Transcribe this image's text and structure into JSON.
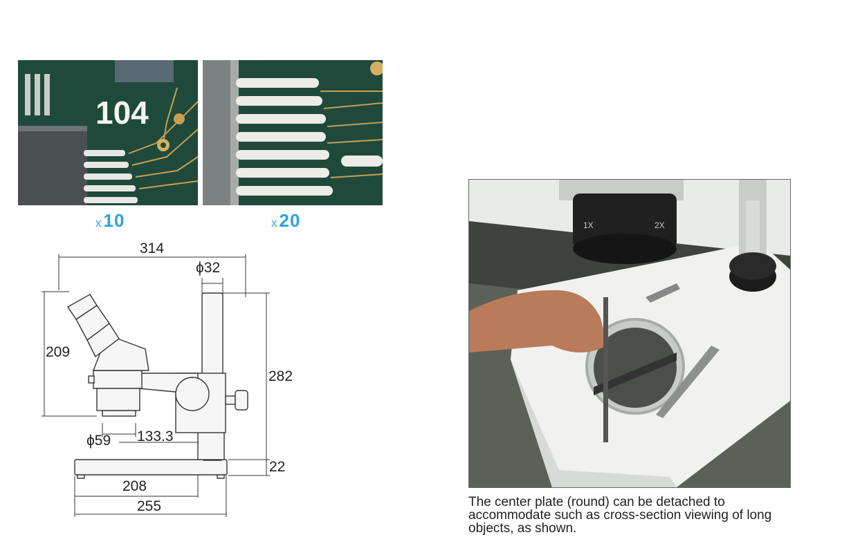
{
  "magnifications": [
    {
      "prefix": "x",
      "value": "10"
    },
    {
      "prefix": "x",
      "value": "20"
    }
  ],
  "pcb_marking": "104",
  "dimensions": {
    "overall_width": "314",
    "column_diameter": "ϕ32",
    "eyepiece_height": "209",
    "column_height": "282",
    "objective_diameter": "ϕ59",
    "working_distance": "133.3",
    "base_height": "22",
    "base_inner": "208",
    "base_width": "255"
  },
  "photo": {
    "zoom_1x": "1X",
    "zoom_2x": "2X"
  },
  "caption": "The center plate (round) can be detached to accommodate such as cross-section viewing of long objects, as shown."
}
